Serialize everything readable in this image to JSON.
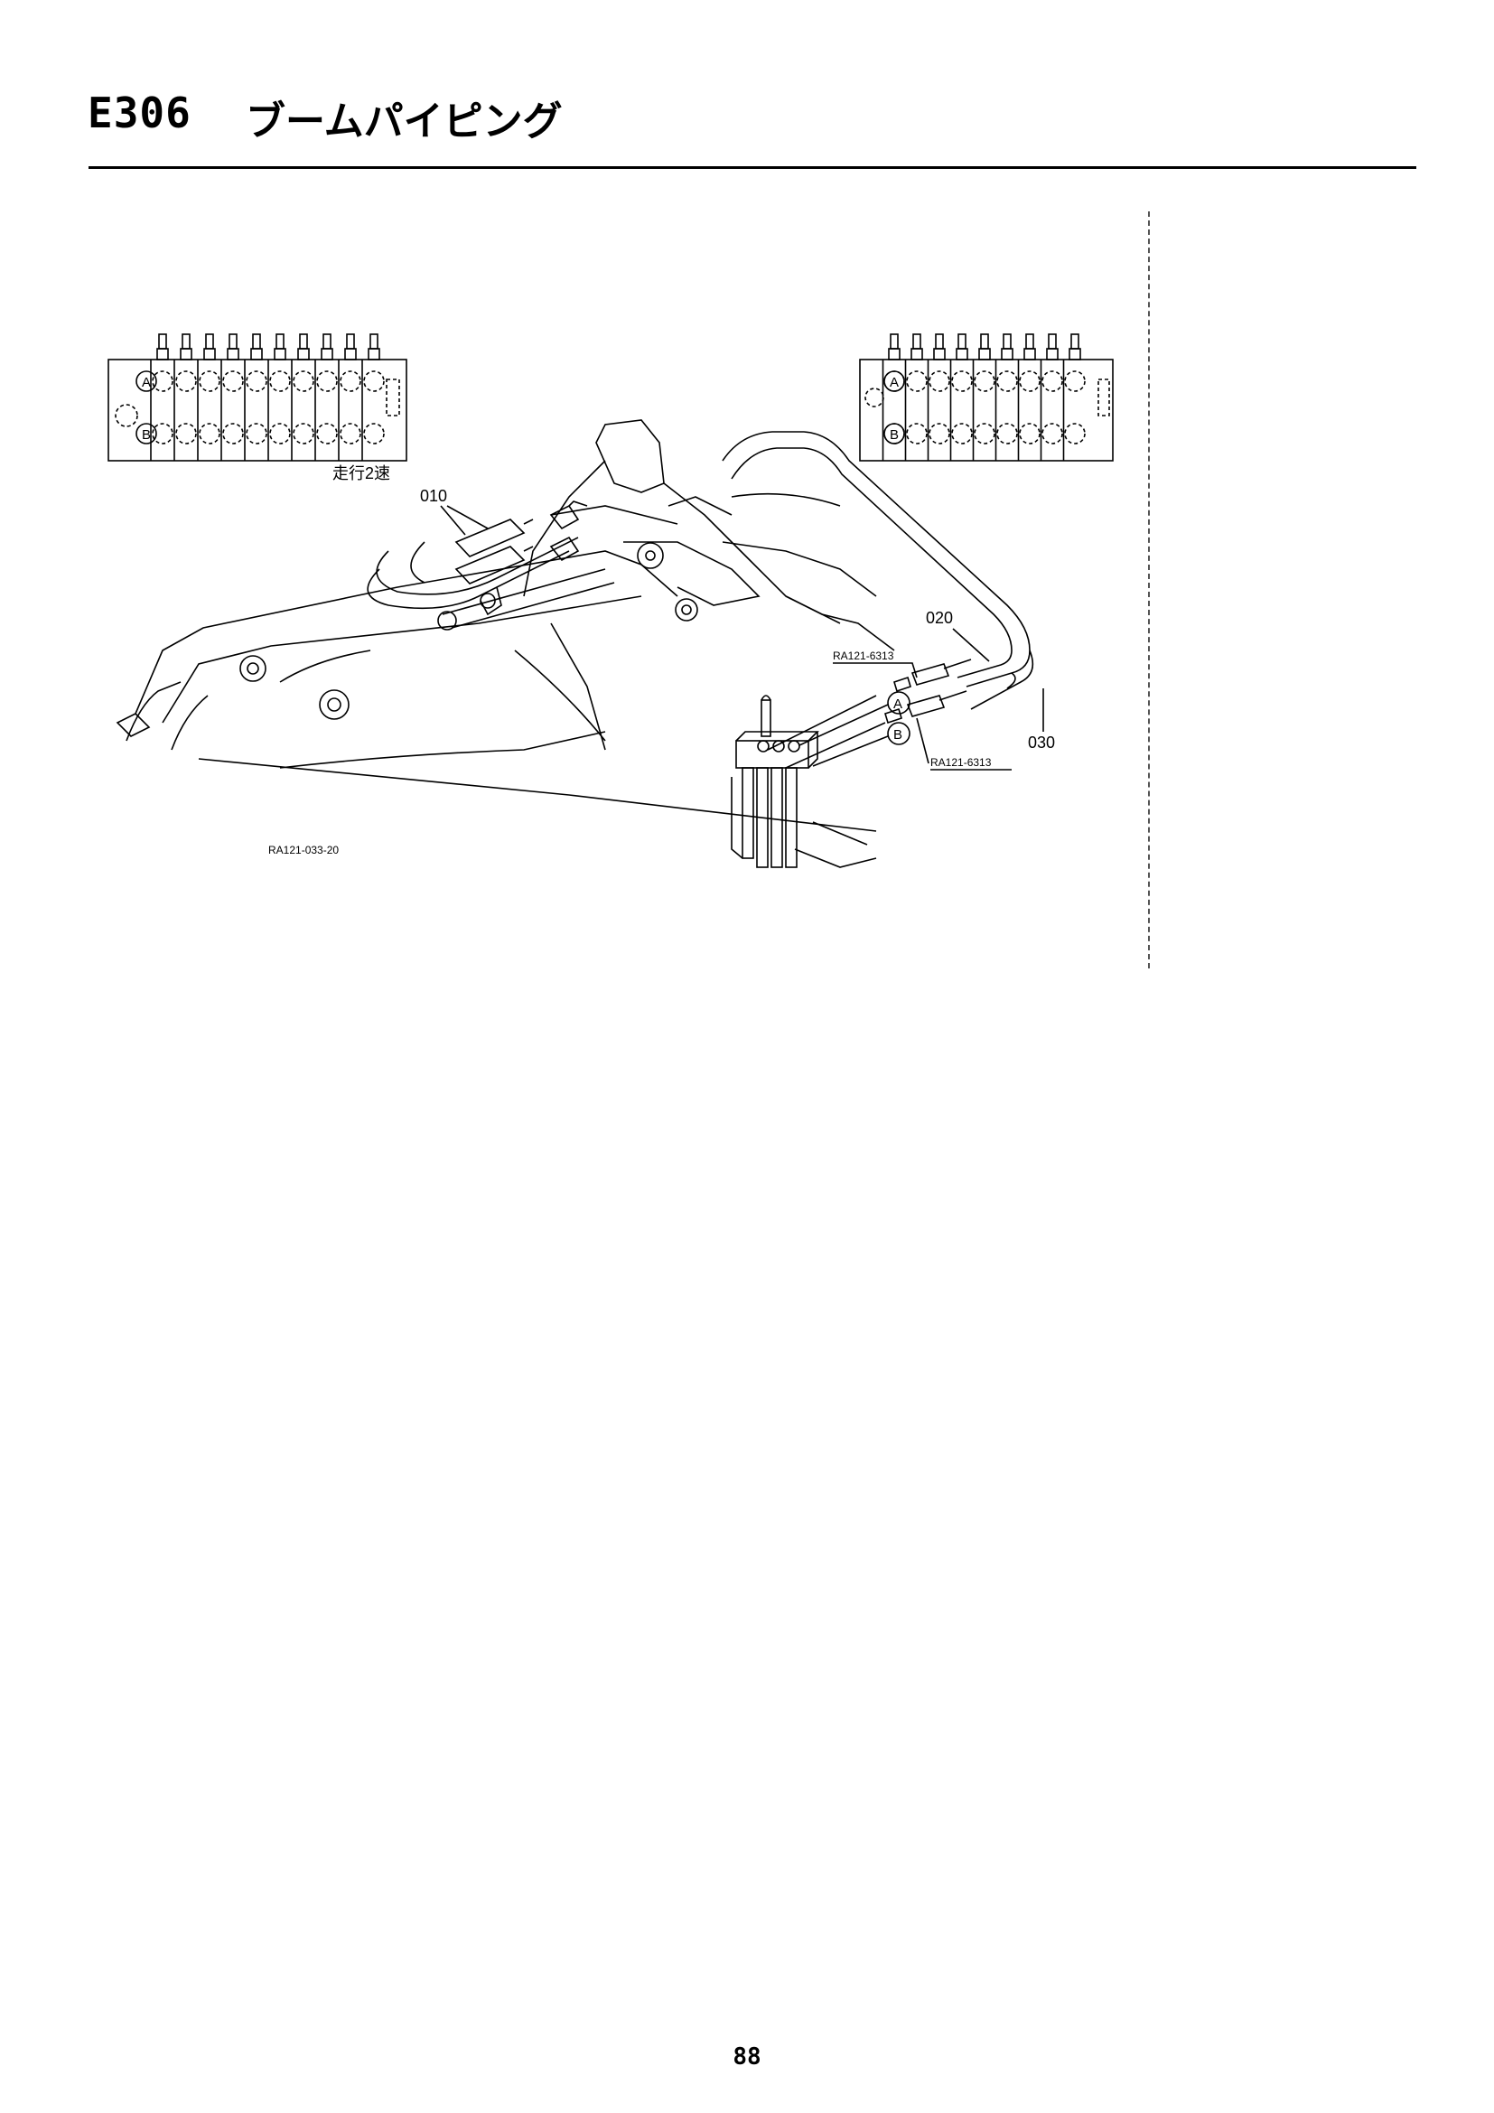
{
  "header": {
    "code": "E306",
    "title": "ブームパイピング"
  },
  "diagram": {
    "valve_label_a": "A",
    "valve_label_b": "B",
    "left_valve_caption": "走行2速",
    "callouts": {
      "part_010": "010",
      "part_020": "020",
      "part_030": "030",
      "ref_top": "RA121-6313",
      "ref_bottom": "RA121-6313",
      "port_a": "A",
      "port_b": "B"
    },
    "figure_id": "RA121-033-20"
  },
  "footer": {
    "page_number": "88"
  }
}
